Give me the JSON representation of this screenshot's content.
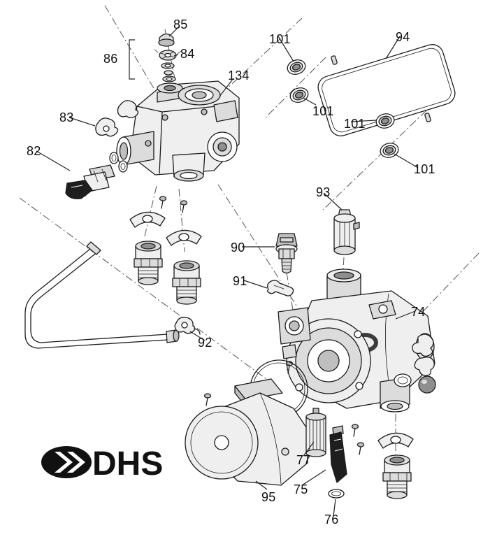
{
  "logo": {
    "text": "DHS"
  },
  "part_labels": [
    {
      "part": "85",
      "text": "85"
    },
    {
      "part": "86",
      "text": "86"
    },
    {
      "part": "84",
      "text": "84"
    },
    {
      "part": "134",
      "text": "134"
    },
    {
      "part": "101",
      "text": "101"
    },
    {
      "part": "94",
      "text": "94"
    },
    {
      "part": "101",
      "text": "101"
    },
    {
      "part": "101",
      "text": "101"
    },
    {
      "part": "83",
      "text": "83"
    },
    {
      "part": "101",
      "text": "101"
    },
    {
      "part": "82",
      "text": "82"
    },
    {
      "part": "93",
      "text": "93"
    },
    {
      "part": "90",
      "text": "90"
    },
    {
      "part": "91",
      "text": "91"
    },
    {
      "part": "74",
      "text": "74"
    },
    {
      "part": "92",
      "text": "92"
    },
    {
      "part": "77",
      "text": "77"
    },
    {
      "part": "75",
      "text": "75"
    },
    {
      "part": "95",
      "text": "95"
    },
    {
      "part": "76",
      "text": "76"
    }
  ]
}
